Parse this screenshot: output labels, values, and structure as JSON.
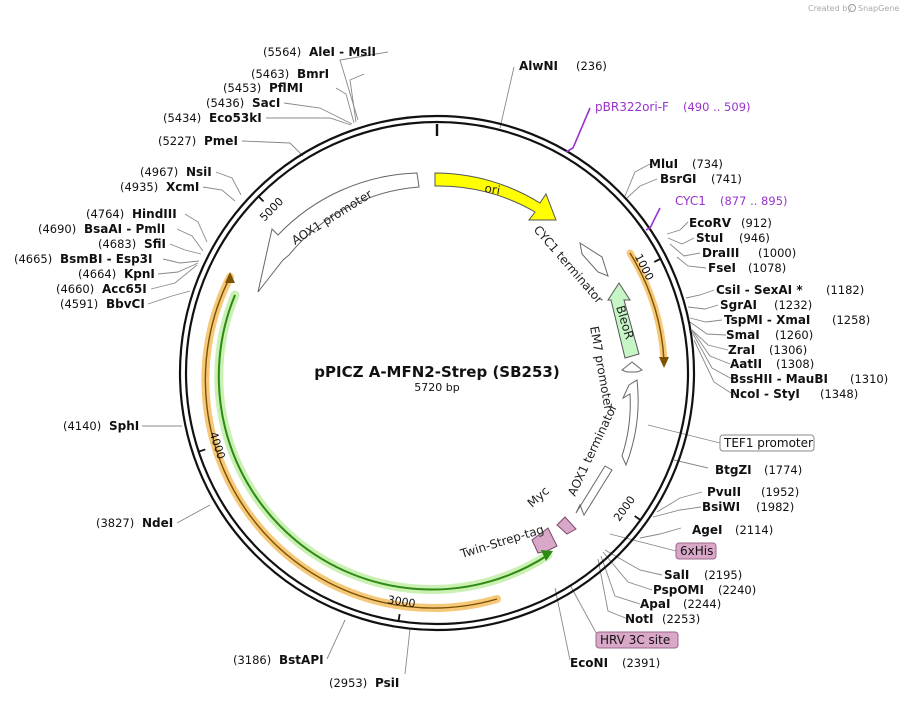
{
  "plasmid": {
    "name": "pPICZ A-MFN2-Strep (SB253)",
    "length_label": "5720 bp",
    "total_bp": 5720
  },
  "branding": {
    "created_by": "Created by",
    "app": "SnapGene"
  },
  "colors": {
    "backbone": "#111111",
    "ori": "#ffff00",
    "bleoR": "#c6f5c6",
    "orange_feature": "#f5c26b",
    "green_feature": "#2d8a12",
    "tag_fill": "#d9a7c7",
    "primer": "#9933cc"
  },
  "ticks": [
    {
      "bp": 1000,
      "label": "1000"
    },
    {
      "bp": 2000,
      "label": "2000"
    },
    {
      "bp": 3000,
      "label": "3000"
    },
    {
      "bp": 4000,
      "label": "4000"
    },
    {
      "bp": 5000,
      "label": "5000"
    }
  ],
  "enzymes": [
    {
      "name": "AleI - MslI",
      "pos": "(5564)",
      "side": "left"
    },
    {
      "name": "BmrI",
      "pos": "(5463)",
      "side": "left"
    },
    {
      "name": "PflMI",
      "pos": "(5453)",
      "side": "left"
    },
    {
      "name": "SacI",
      "pos": "(5436)",
      "side": "left"
    },
    {
      "name": "Eco53kI",
      "pos": "(5434)",
      "side": "left"
    },
    {
      "name": "PmeI",
      "pos": "(5227)",
      "side": "left"
    },
    {
      "name": "NsiI",
      "pos": "(4967)",
      "side": "left"
    },
    {
      "name": "XcmI",
      "pos": "(4935)",
      "side": "left"
    },
    {
      "name": "HindIII",
      "pos": "(4764)",
      "side": "left"
    },
    {
      "name": "BsaAI - PmlI",
      "pos": "(4690)",
      "side": "left"
    },
    {
      "name": "SfiI",
      "pos": "(4683)",
      "side": "left"
    },
    {
      "name": "BsmBI - Esp3I",
      "pos": "(4665)",
      "side": "left"
    },
    {
      "name": "KpnI",
      "pos": "(4664)",
      "side": "left"
    },
    {
      "name": "Acc65I",
      "pos": "(4660)",
      "side": "left"
    },
    {
      "name": "BbvCI",
      "pos": "(4591)",
      "side": "left"
    },
    {
      "name": "SphI",
      "pos": "(4140)",
      "side": "left"
    },
    {
      "name": "NdeI",
      "pos": "(3827)",
      "side": "left"
    },
    {
      "name": "BstAPI",
      "pos": "(3186)",
      "side": "left"
    },
    {
      "name": "PsiI",
      "pos": "(2953)",
      "side": "left"
    },
    {
      "name": "AlwNI",
      "pos": "(236)",
      "side": "right"
    },
    {
      "name": "MluI",
      "pos": "(734)",
      "side": "right"
    },
    {
      "name": "BsrGI",
      "pos": "(741)",
      "side": "right"
    },
    {
      "name": "EcoRV",
      "pos": "(912)",
      "side": "right"
    },
    {
      "name": "StuI",
      "pos": "(946)",
      "side": "right"
    },
    {
      "name": "DraIII",
      "pos": "(1000)",
      "side": "right"
    },
    {
      "name": "FseI",
      "pos": "(1078)",
      "side": "right"
    },
    {
      "name": "CsiI - SexAI *",
      "pos": "(1182)",
      "side": "right"
    },
    {
      "name": "SgrAI",
      "pos": "(1232)",
      "side": "right"
    },
    {
      "name": "TspMI - XmaI",
      "pos": "(1258)",
      "side": "right"
    },
    {
      "name": "SmaI",
      "pos": "(1260)",
      "side": "right"
    },
    {
      "name": "ZraI",
      "pos": "(1306)",
      "side": "right"
    },
    {
      "name": "AatII",
      "pos": "(1308)",
      "side": "right"
    },
    {
      "name": "BssHII - MauBI",
      "pos": "(1310)",
      "side": "right"
    },
    {
      "name": "NcoI - StyI",
      "pos": "(1348)",
      "side": "right"
    },
    {
      "name": "BtgZI",
      "pos": "(1774)",
      "side": "right"
    },
    {
      "name": "PvuII",
      "pos": "(1952)",
      "side": "right"
    },
    {
      "name": "BsiWI",
      "pos": "(1982)",
      "side": "right"
    },
    {
      "name": "AgeI",
      "pos": "(2114)",
      "side": "right"
    },
    {
      "name": "SalI",
      "pos": "(2195)",
      "side": "right"
    },
    {
      "name": "PspOMI",
      "pos": "(2240)",
      "side": "right"
    },
    {
      "name": "ApaI",
      "pos": "(2244)",
      "side": "right"
    },
    {
      "name": "NotI",
      "pos": "(2253)",
      "side": "right"
    },
    {
      "name": "EcoNI",
      "pos": "(2391)",
      "side": "right"
    }
  ],
  "primers": [
    {
      "name": "pBR322ori-F",
      "range": "(490 .. 509)"
    },
    {
      "name": "CYC1",
      "range": "(877 .. 895)"
    }
  ],
  "boxed_features": [
    {
      "name": "TEF1 promoter"
    },
    {
      "name": "6xHis"
    },
    {
      "name": "HRV 3C site"
    }
  ],
  "inner_features": [
    {
      "name": "ori"
    },
    {
      "name": "AOX1 promoter"
    },
    {
      "name": "CYC1 terminator"
    },
    {
      "name": "BleoR"
    },
    {
      "name": "EM7 promoter"
    },
    {
      "name": "AOX1 terminator"
    },
    {
      "name": "Myc"
    },
    {
      "name": "Twin-Strep-tag"
    }
  ]
}
